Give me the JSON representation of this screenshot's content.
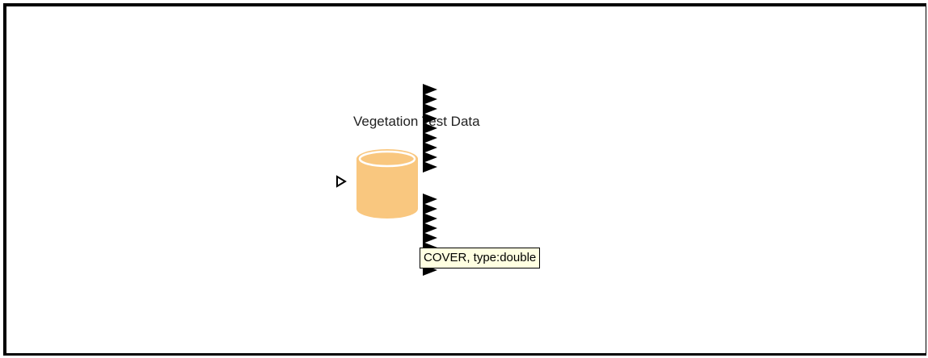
{
  "node": {
    "title": "Vegetation Test Data",
    "icon": "database-cylinder-icon",
    "icon_color": "#f9c77f",
    "input_port_count": 1,
    "output_port_count": 12
  },
  "tooltip": {
    "text": "COVER, type:double"
  }
}
